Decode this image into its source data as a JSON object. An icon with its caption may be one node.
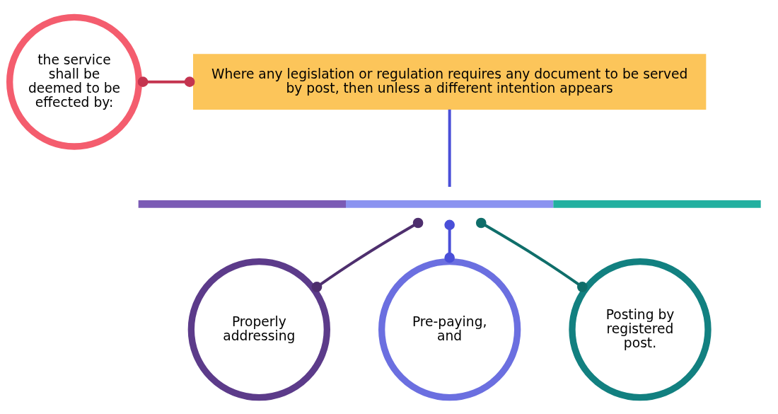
{
  "diagram": {
    "nodes": [
      {
        "text": [
          "Where any legislation or regulation requires any document to be served by post, then unless a different intention appears"
        ]
      },
      {
        "text": [
          "the service shall be deemed to be effected by:"
        ]
      },
      {
        "text": [],
        "shape": "bar"
      },
      {
        "text": [
          "Properly addressing"
        ]
      },
      {
        "text": [
          "Pre-paying, and"
        ]
      },
      {
        "text": [
          "Posting by registered post."
        ]
      }
    ],
    "edges": [
      {
        "from": 0,
        "to": 2,
        "arrow": "none",
        "color": "#4a4fd8"
      },
      {
        "from": 1,
        "to": 0,
        "arrow": "other",
        "color": "#c4344f"
      },
      {
        "from": 2,
        "to": 3,
        "arrow": "other",
        "color": "#4e2f6e"
      },
      {
        "from": 2,
        "to": 4,
        "arrow": "other",
        "color": "#4a4fd8"
      },
      {
        "from": 2,
        "to": 5,
        "arrow": "other",
        "color": "#0f6e6a"
      }
    ]
  }
}
